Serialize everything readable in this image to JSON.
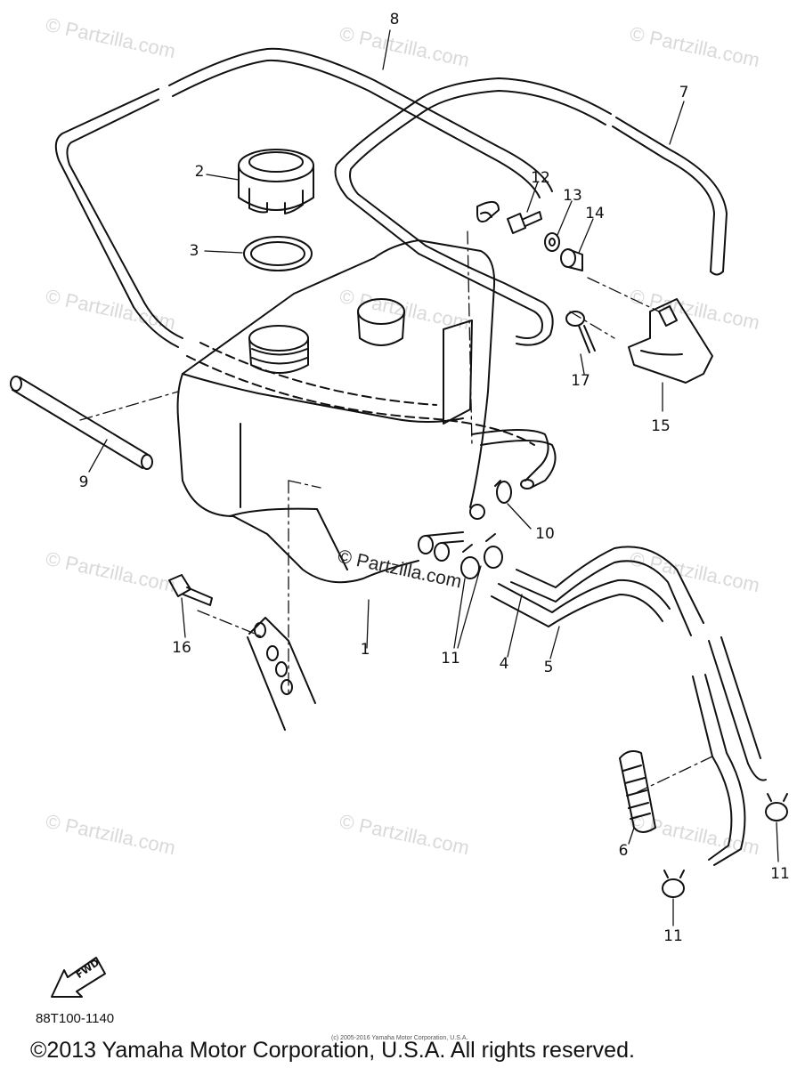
{
  "diagram": {
    "part_code": "88T100-1140",
    "copyright": "©2013 Yamaha Motor Corporation, U.S.A. All rights reserved.",
    "tiny_copyright": "(c) 2005-2016 Yamaha Motor Corporation, U.S.A.",
    "fwd_label": "FWD",
    "center_watermark": "© Partzilla.com",
    "watermark_text": "© Partzilla.com",
    "callouts": {
      "c1": "1",
      "c2": "2",
      "c3": "3",
      "c4": "4",
      "c5": "5",
      "c6": "6",
      "c7": "7",
      "c8": "8",
      "c9": "9",
      "c10": "10",
      "c11a": "11",
      "c11b": "11",
      "c11c": "11",
      "c12": "12",
      "c13": "13",
      "c14": "14",
      "c15": "15",
      "c16": "16",
      "c17": "17"
    }
  }
}
